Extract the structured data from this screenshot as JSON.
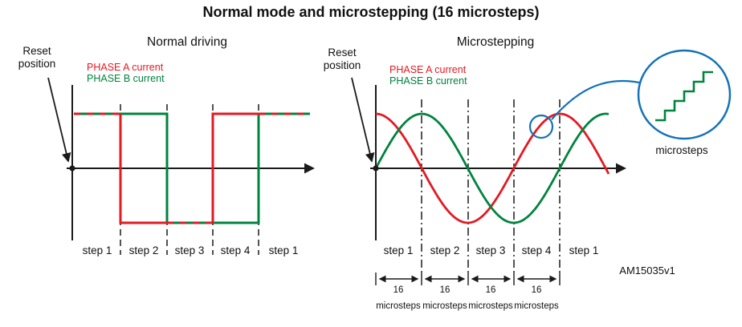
{
  "title": "Normal mode and microstepping (16 microsteps)",
  "colors": {
    "phase_a": "#e21a22",
    "phase_b": "#00833e",
    "callout_blue": "#1472b8",
    "ink": "#1a1a1a"
  },
  "normal_plot": {
    "subtitle": "Normal driving",
    "reset_label": "Reset\nposition",
    "legend": {
      "phase_a": "PHASE A current",
      "phase_b": "PHASE B current"
    },
    "step_labels": [
      "step 1",
      "step 2",
      "step 3",
      "step 4",
      "step 1"
    ],
    "waveform": "quadrature square waves; phase A leads phase B by one step"
  },
  "micro_plot": {
    "subtitle": "Microstepping",
    "reset_label": "Reset\nposition",
    "legend": {
      "phase_a": "PHASE A current",
      "phase_b": "PHASE B current"
    },
    "step_labels": [
      "step 1",
      "step 2",
      "step 3",
      "step 4",
      "step 1"
    ],
    "microstep_groups": [
      {
        "count": "16",
        "unit": "microsteps"
      },
      {
        "count": "16",
        "unit": "microsteps"
      },
      {
        "count": "16",
        "unit": "microsteps"
      },
      {
        "count": "16",
        "unit": "microsteps"
      }
    ],
    "waveform": "phase A cosine and phase B sine, one full period over four steps",
    "figure_id": "AM15035v1"
  },
  "inset": {
    "label": "microsteps"
  }
}
